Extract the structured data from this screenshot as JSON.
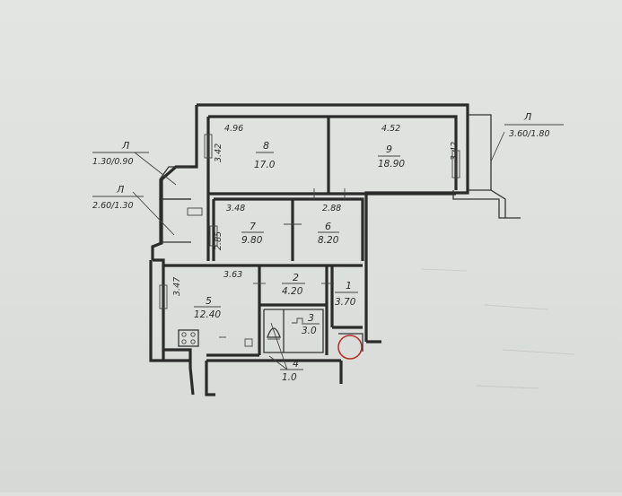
{
  "rooms": [
    {
      "num": "8",
      "area": "17.0",
      "dim": "4.96",
      "side": "3.42"
    },
    {
      "num": "9",
      "area": "18.90",
      "dim": "4.52",
      "side": "3.42"
    },
    {
      "num": "7",
      "area": "9.80",
      "dim": "3.48",
      "side": "2.85"
    },
    {
      "num": "6",
      "area": "8.20",
      "dim": "2.88"
    },
    {
      "num": "5",
      "area": "12.40",
      "dim": "3.63",
      "side": "3.47"
    },
    {
      "num": "2",
      "area": "4.20"
    },
    {
      "num": "1",
      "area": "3.70"
    },
    {
      "num": "3",
      "area": "3.0"
    },
    {
      "num": "4",
      "area": "1.0"
    }
  ],
  "balconies": [
    {
      "label": "Л",
      "dims": "1.30/0.90"
    },
    {
      "label": "Л",
      "dims": "2.60/1.30"
    },
    {
      "label": "Л",
      "dims": "3.60/1.80"
    }
  ]
}
